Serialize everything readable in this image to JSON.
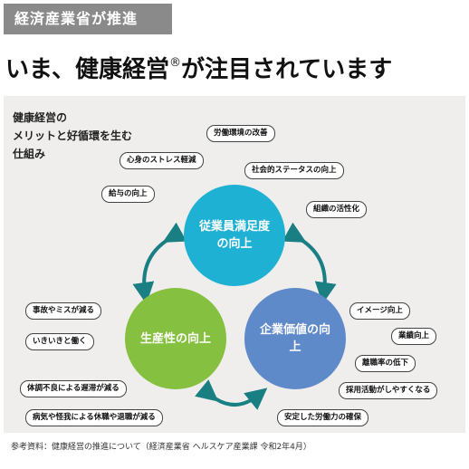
{
  "header_tag": "経済産業省が推進",
  "headline": {
    "text": "いま、健康経営",
    "mark": "®",
    "text_after": "が注目されています"
  },
  "diagram": {
    "title_lines": [
      "健康経営の",
      "メリットと好循環を生む",
      "仕組み"
    ],
    "circles": {
      "employee": {
        "label": "従業員満足度の向上",
        "color": "#1fb1d3"
      },
      "productivity": {
        "label": "生産性の向上",
        "color": "#86c040"
      },
      "corporate": {
        "label": "企業価値の向上",
        "color": "#5f8ac9"
      }
    },
    "arrow_color": "#1a7f83",
    "employee_tags": [
      "労働環境の改善",
      "心身のストレス軽減",
      "社会的ステータスの向上",
      "給与の向上",
      "組織の活性化"
    ],
    "productivity_tags": [
      "事故やミスが減る",
      "いきいきと働く",
      "体調不良による遅滞が減る",
      "病気や怪我による休職や退職が減る"
    ],
    "corporate_tags": [
      "イメージ向上",
      "業績向上",
      "離職率の低下",
      "採用活動がしやすくなる",
      "安定した労働力の確保"
    ]
  },
  "source_note": "参考資料：健康経営の推進について（経済産業省 ヘルスケア産業課 令和2年4月）"
}
